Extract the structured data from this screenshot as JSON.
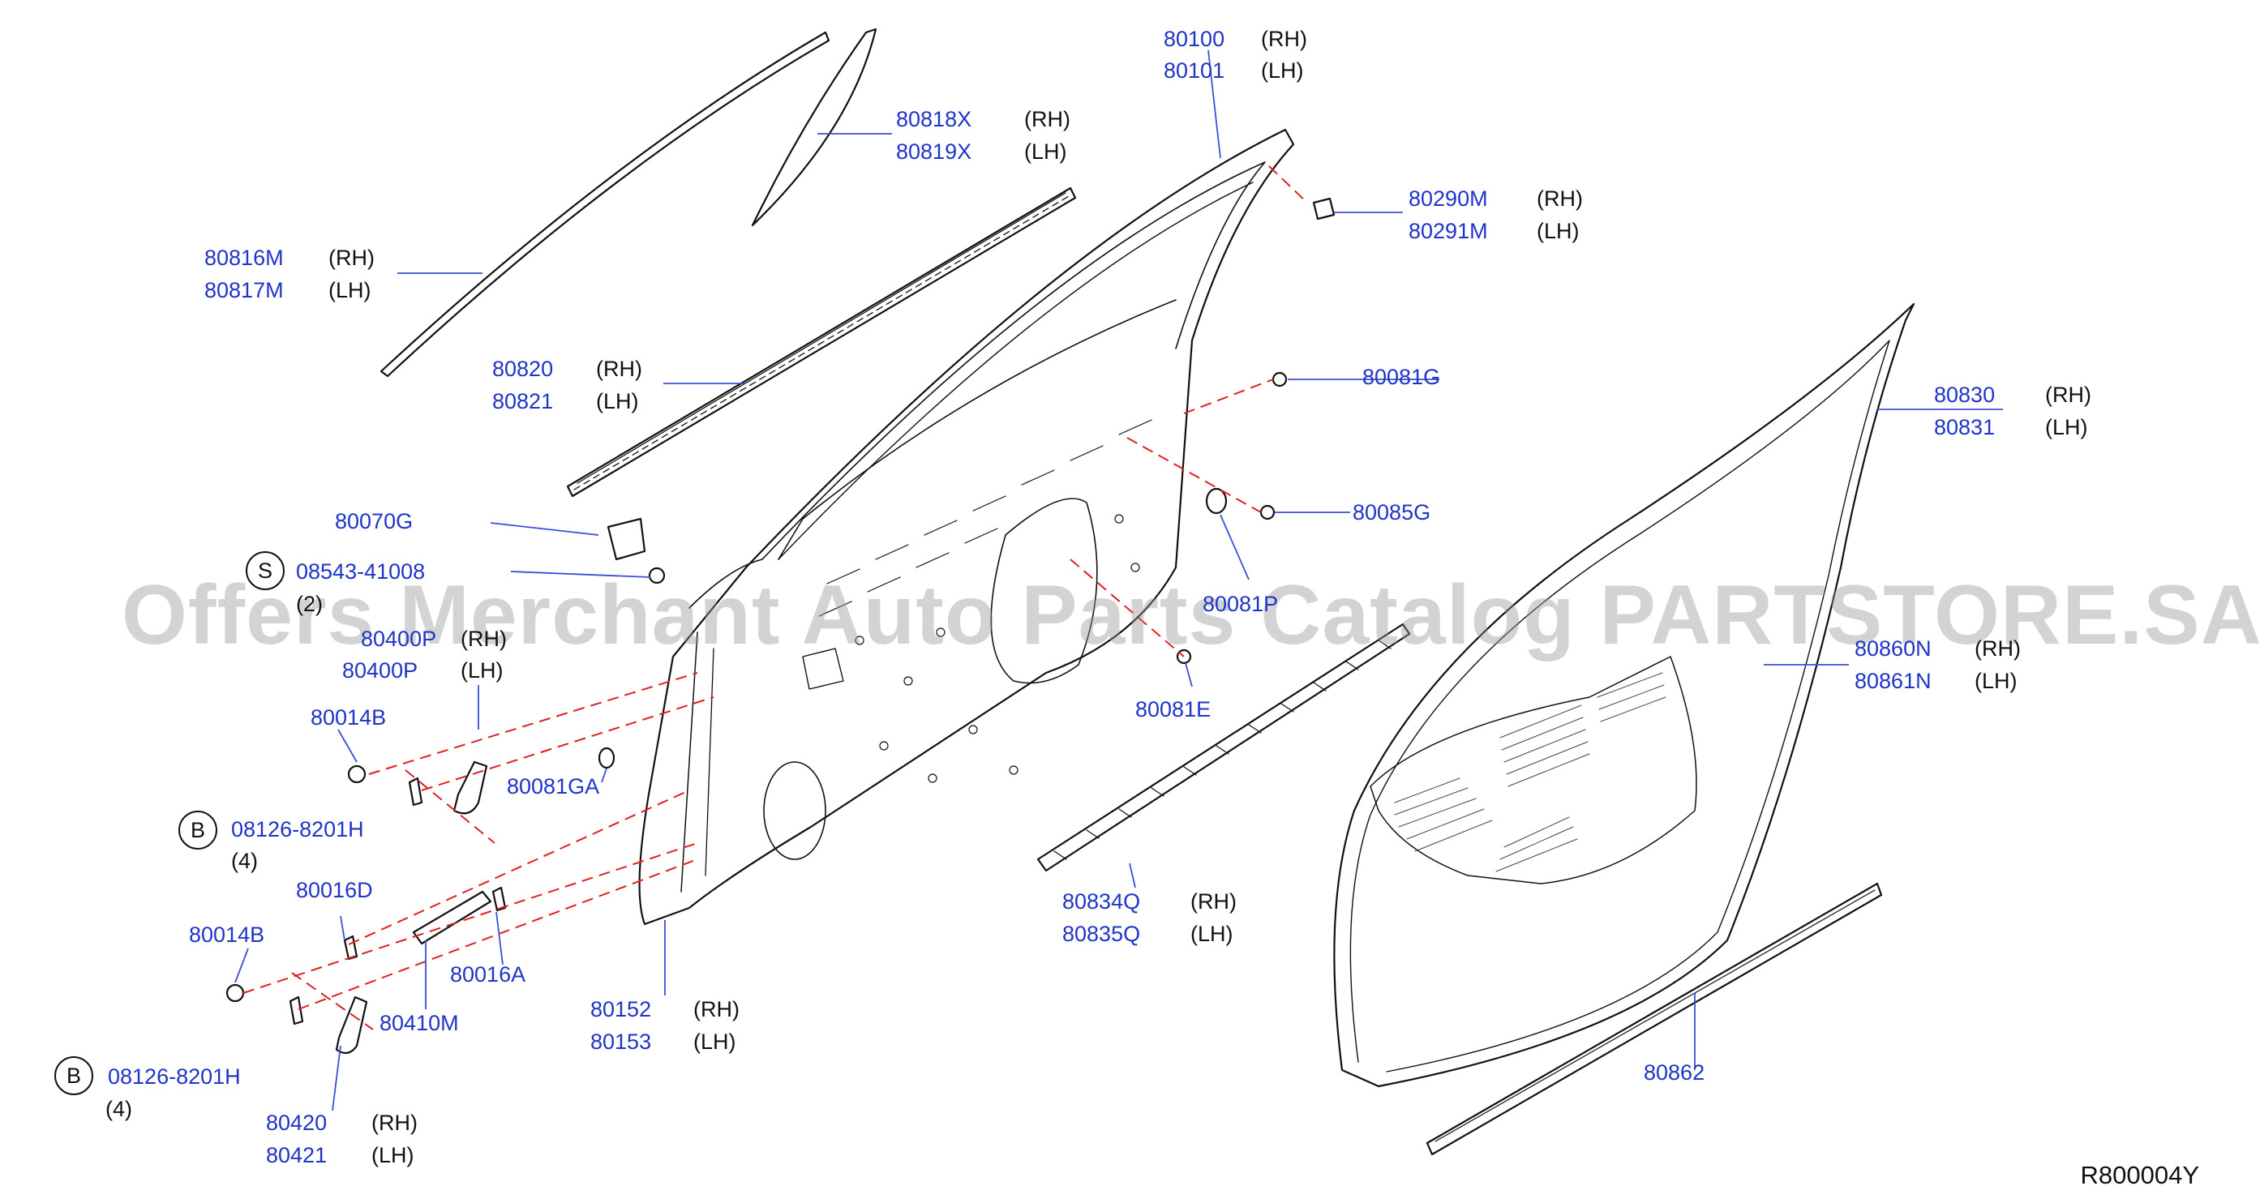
{
  "watermark": "Offers Merchant Auto Parts Catalog PARTSTORE.SA",
  "ref_code": "R800004Y",
  "suffix": {
    "rh": "(RH)",
    "lh": "(LH)"
  },
  "callouts": {
    "c80100": "80100",
    "c80101": "80101",
    "c80818X": "80818X",
    "c80819X": "80819X",
    "c80290M": "80290M",
    "c80291M": "80291M",
    "c80816M": "80816M",
    "c80817M": "80817M",
    "c80820": "80820",
    "c80821": "80821",
    "c80081G": "80081G",
    "c80830": "80830",
    "c80831": "80831",
    "c80070G": "80070G",
    "c80085G": "80085G",
    "c08543": "08543-41008",
    "q08543": "(2)",
    "c80081P": "80081P",
    "c80400": "80400P",
    "c80400P": "80400P",
    "c80860N": "80860N",
    "c80861N": "80861N",
    "c80014B_a": "80014B",
    "c80081E": "80081E",
    "c80081GA": "80081GA",
    "c08126_a": "08126-8201H",
    "q08126_a": "(4)",
    "c80016D": "80016D",
    "c80834Q": "80834Q",
    "c80835Q": "80835Q",
    "c80014B_b": "80014B",
    "c80016A": "80016A",
    "c80152": "80152",
    "c80153": "80153",
    "c80410M": "80410M",
    "c80862": "80862",
    "c08126_b": "08126-8201H",
    "q08126_b": "(4)",
    "c80420": "80420",
    "c80421": "80421"
  },
  "symbols": {
    "s": "S",
    "b": "B"
  },
  "colors": {
    "part_number": "#1f34c8",
    "line": "#111111",
    "leader": "#3b4fd6",
    "dash": "#e02020"
  }
}
